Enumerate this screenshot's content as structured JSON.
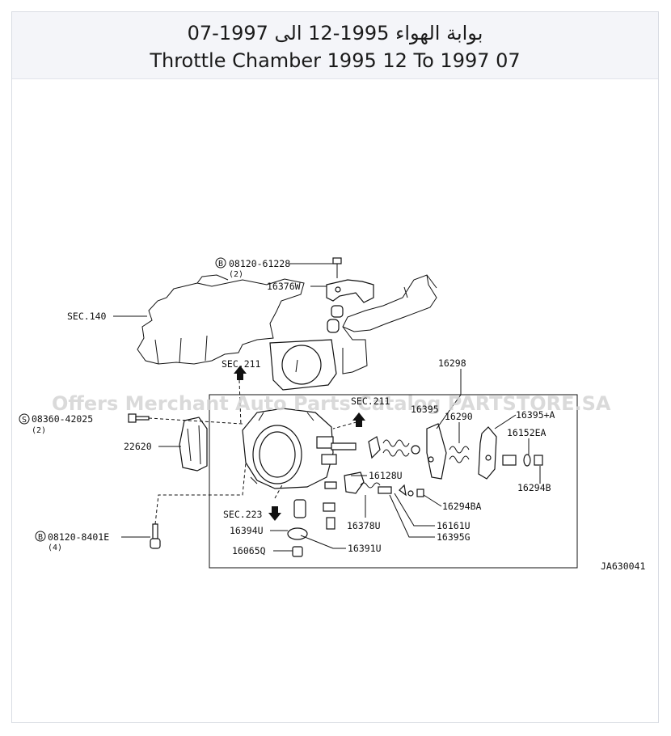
{
  "header": {
    "title_ar": "بوابة الهواء 1995-12 الى 1997-07",
    "title_en": "Throttle Chamber 1995 12 To 1997 07"
  },
  "watermark": "Offers Merchant Auto Parts Catalog PARTSTORE.SA",
  "diagram": {
    "code": "JA630041",
    "labels": {
      "b_08120_61228": "08120-61228",
      "b_08120_61228_qty": "(2)",
      "p16376w": "16376W",
      "sec140": "SEC.140",
      "sec211": "SEC.211",
      "sec211b": "SEC.211",
      "s_08360_42025": "08360-42025",
      "s_08360_42025_qty": "(2)",
      "p22620": "22620",
      "b_08120_8401e": "08120-8401E",
      "b_08120_8401e_qty": "(4)",
      "sec223": "SEC.223",
      "p16394u": "16394U",
      "p16065q": "16065Q",
      "p16391u": "16391U",
      "p16378u": "16378U",
      "p16128u": "16128U",
      "p16298": "16298",
      "p16290": "16290",
      "p16395a": "16395+A",
      "p16152ea": "16152EA",
      "p16294b": "16294B",
      "p16294ba": "16294BA",
      "p16161u": "16161U",
      "p16395g": "16395G",
      "p16395_partial": "16395"
    },
    "marker_b": "B",
    "marker_s": "S"
  },
  "colors": {
    "header_bg": "#f4f5f9",
    "border": "#d9dce3",
    "ink": "#111111",
    "watermark": "#d4d4d4"
  }
}
